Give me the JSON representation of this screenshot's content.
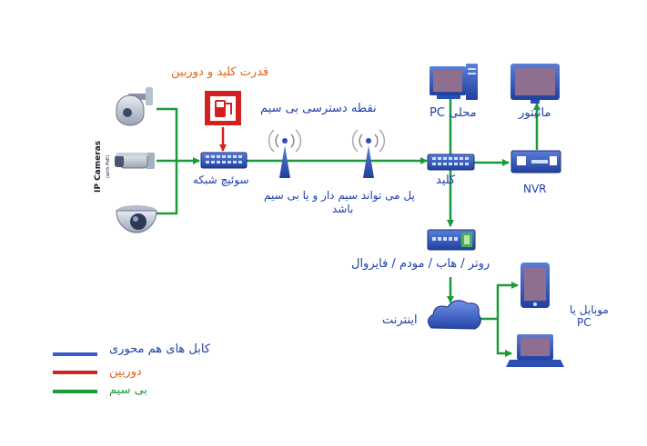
{
  "labels": {
    "power_switch_camera": "قدرت کلید و دوربین",
    "access_point": "نقطه دسترسی بی سیم",
    "local_pc": "PC محلی",
    "monitor": "مانیتور",
    "network_switch": "سوئیچ شبکه",
    "bridge_note_line1": "پل می تواند سیم دار و یا بی سیم",
    "bridge_note_line2": "باشد",
    "switch": "کلید",
    "nvr": "NVR",
    "router": "روتر / هاب / مودم / فایروال",
    "internet": "اینترنت",
    "mobile_pc_line1": "موبایل یا",
    "mobile_pc_line2": "PC",
    "ip_cameras": "IP Cameras",
    "ip_cameras_sub": "(with PoE)"
  },
  "legend": [
    {
      "label": "کابل های هم محوری",
      "color": "#3a5bd0"
    },
    {
      "label": "دوربین",
      "color": "#d42020"
    },
    {
      "label": "بی سیم",
      "color": "#1a9a3c"
    }
  ],
  "colors": {
    "green_line": "#1a9a3c",
    "red_line": "#d42020",
    "blue_text": "#1f3fa8",
    "orange_text": "#e0651c",
    "device_blue": "#2c4fb5",
    "screen": "#8e6f90"
  }
}
